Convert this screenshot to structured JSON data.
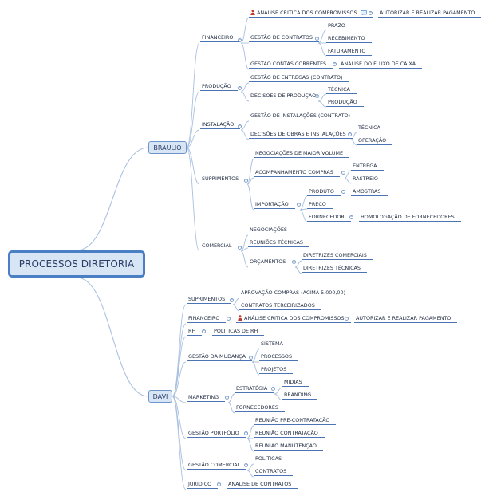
{
  "root": "PROCESSOS DIRETORIA",
  "braulio": {
    "label": "BRAULIO",
    "financeiro": {
      "label": "FINANCEIRO",
      "analise": "ANÁLISE CRITICA DOS COMPROMISSOS",
      "autorizar": "AUTORIZAR E REALIZAR PAGAMENTO",
      "gestao_contratos": "GESTÃO DE CONTRATOS",
      "prazo": "PRAZO",
      "recebimento": "RECEBIMENTO",
      "faturamento": "FATURAMENTO",
      "gestao_contas": "GESTÃO CONTAS CORRENTES",
      "analise_fluxo": "ANÁLISE DO FLUXO DE CAIXA"
    },
    "producao": {
      "label": "PRODUÇÃO",
      "gestao_entregas": "GESTÃO DE ENTREGAS (CONTRATO)",
      "decisoes": "DECISÕES DE PRODUÇÃO",
      "tecnica": "TÉCNICA",
      "producao": "PRODUÇÃO"
    },
    "instalacao": {
      "label": "INSTALAÇÃO",
      "gestao_instalacoes": "GESTÃO DE INSTALAÇÕES (CONTRATO)",
      "decisoes_obras": "DECISÕES DE OBRAS E INSTALAÇÕES",
      "tecnica": "TÉCNICA",
      "operacao": "OPERAÇÃO"
    },
    "suprimentos": {
      "label": "SUPRIMENTOS",
      "negociacoes": "NEGOCIAÇÕES DE MAIOR VOLUME",
      "acompanhamento": "ACOMPANHAMENTO COMPRAS",
      "entrega": "ENTREGA",
      "rastreio": "RASTREIO",
      "importacao": "IMPORTAÇÃO",
      "produto": "PRODUTO",
      "amostras": "AMOSTRAS",
      "preco": "PREÇO",
      "fornecedor": "FORNECEDOR",
      "homologacao": "HOMOLOGAÇÃO DE FORNECEDORES"
    },
    "comercial": {
      "label": "COMERCIAL",
      "negociacoes": "NEGOCIAÇÕES",
      "reunioes": "REUNIÕES TÉCNICAS",
      "orcamentos": "ORÇAMENTOS",
      "diretrizes_comerciais": "DIRETRIZES COMERCIAIS",
      "diretrizes_tecnicas": "DIRETRIZES TÉCNICAS"
    }
  },
  "davi": {
    "label": "DAVI",
    "suprimentos": {
      "label": "SUPRIMENTOS",
      "aprovacao": "APROVAÇÃO COMPRAS (ACIMA 5.000,00)",
      "contratos_terc": "CONTRATOS TERCEIRIZADOS"
    },
    "financeiro": {
      "label": "FINANCEIRO",
      "analise": "ANÁLISE CRITICA DOS COMPROMISSOS",
      "autorizar": "AUTORIZAR E REALIZAR PAGAMENTO"
    },
    "rh": {
      "label": "RH",
      "politicas": "POLITICAS DE RH"
    },
    "gestao_mudanca": {
      "label": "GESTÃO DA MUDANÇA",
      "sistema": "SISTEMA",
      "processos": "PROCESSOS",
      "projetos": "PROJETOS"
    },
    "marketing": {
      "label": "MARKETING",
      "estrategia": "ESTRATÉGIA",
      "midias": "MIDIAS",
      "branding": "BRANDING",
      "fornecedores": "FORNECEDORES"
    },
    "gestao_portfolio": {
      "label": "GESTÃO PORTFÓLIO",
      "pre": "REUNIÃO PRE-CONTRATAÇÃO",
      "contratacao": "REUNIÃO CONTRATAÇÃO",
      "manutencao": "REUNIÃO MANUTENÇÃO"
    },
    "gestao_comercial": {
      "label": "GESTÃO COMERCIAL",
      "politicas": "POLITICAS",
      "contratos": "CONTRATOS"
    },
    "juridico": {
      "label": "JURIDICO",
      "analise_contratos": "ANALISE DE CONTRATOS"
    }
  },
  "colors": {
    "line": "#4a74b3",
    "curve": "#a9c0e0",
    "node_fill": "#d8e5f5",
    "node_border": "#6e95c9",
    "person": "#c0392b",
    "note": "#4a90d9"
  },
  "icons": {
    "person": "person-icon",
    "note": "note-icon",
    "collapse": "collapse-toggle-icon"
  }
}
